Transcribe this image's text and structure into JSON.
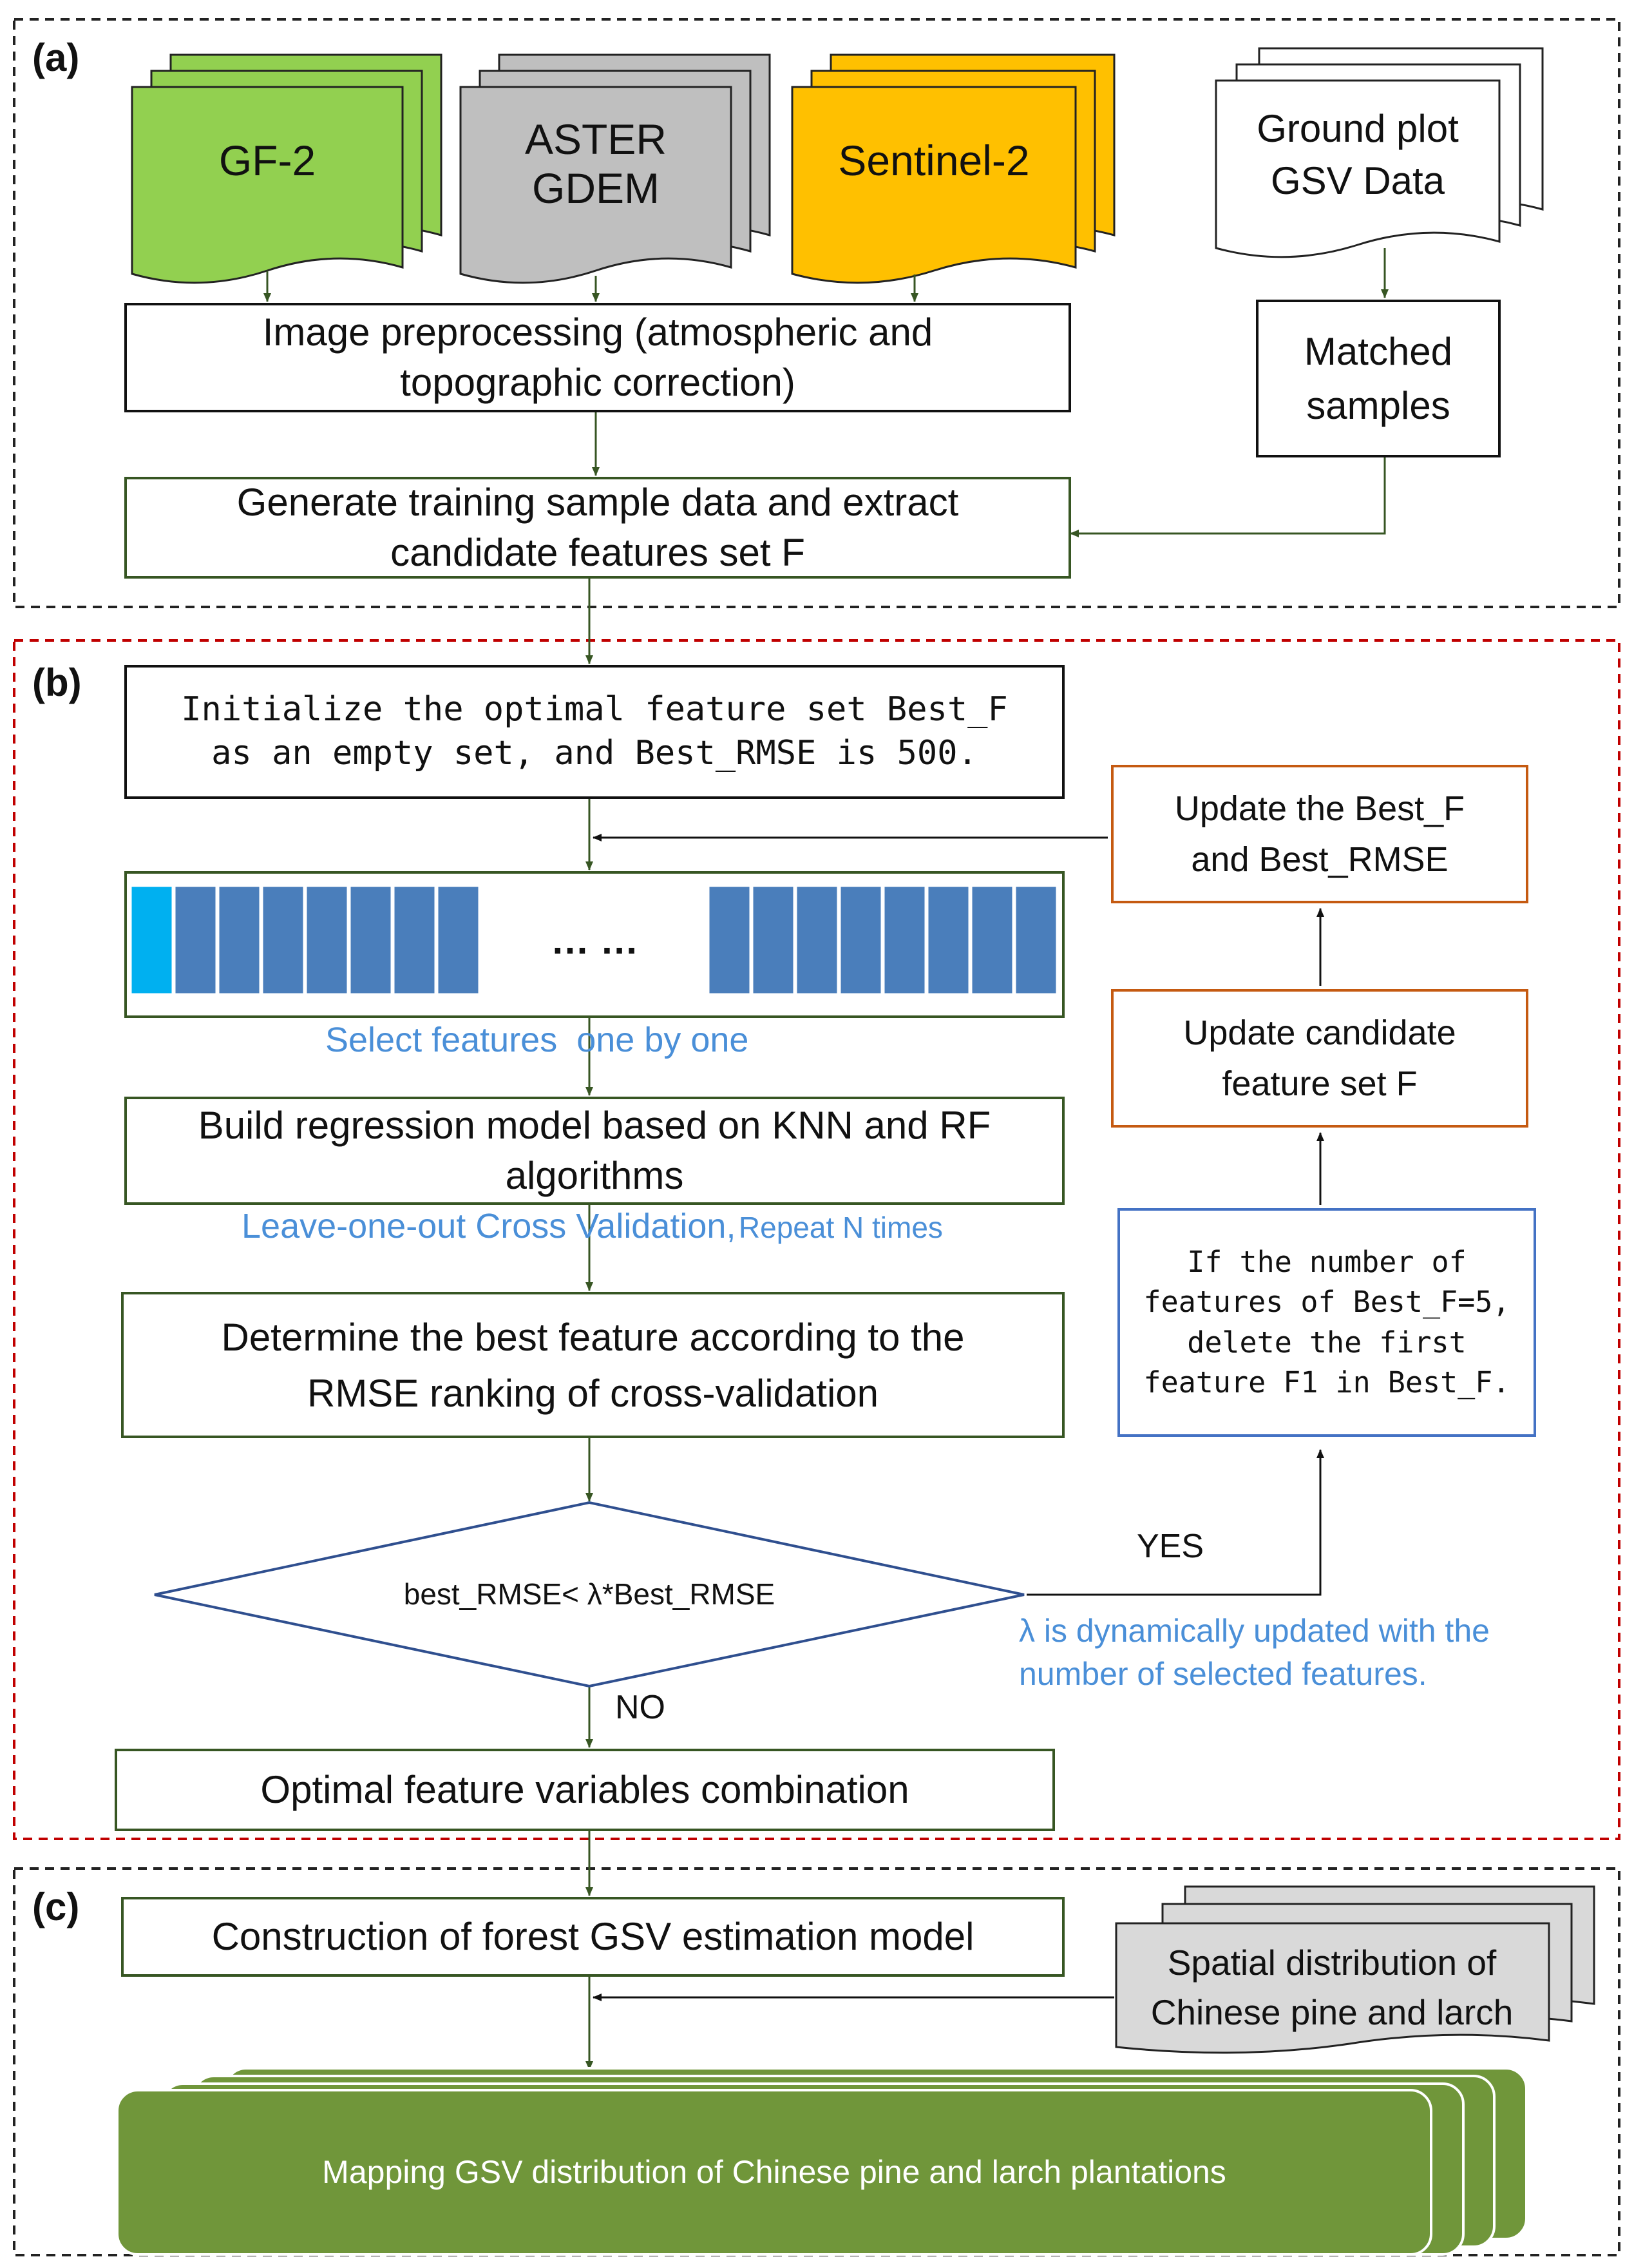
{
  "sections": {
    "a": "(a)",
    "b": "(b)",
    "c": "(c)"
  },
  "sources": {
    "gf2": "GF-2",
    "aster": "ASTER GDEM",
    "sentinel": "Sentinel-2",
    "ground": "Ground plot GSV Data"
  },
  "section_a": {
    "preprocessing": "Image preprocessing (atmospheric and topographic correction)",
    "matched": "Matched samples",
    "generate": "Generate training sample data and extract candidate features set F"
  },
  "section_b": {
    "initialize": "Initialize the optimal feature set Best_F as an empty set, and Best_RMSE is 500.",
    "ellipsis": "…   …",
    "select_label": "Select features  one by one",
    "build": "Build regression model based on KNN and RF algorithms",
    "loo_label": "Leave-one-out Cross Validation,",
    "repeat_label": "Repeat N times",
    "determine": "Determine the best feature according to the RMSE ranking of cross-validation",
    "condition": "best_RMSE< λ*Best_RMSE",
    "yes": "YES",
    "no": "NO",
    "lambda_note": "λ is dynamically updated with the number of selected features.",
    "update_best": "Update the Best_F and Best_RMSE",
    "update_candidate": "Update candidate feature set F",
    "if_number": "If the number of features of Best_F=5, delete the first feature F1 in Best_F.",
    "optimal": "Optimal feature variables combination"
  },
  "section_c": {
    "construct": "Construction of forest GSV estimation model",
    "spatial": "Spatial distribution of Chinese pine and larch",
    "mapping": "Mapping  GSV distribution of Chinese pine and larch plantations"
  },
  "colors": {
    "gf2": "#92d050",
    "aster": "#bfbfbf",
    "sentinel": "#ffc000",
    "green_border": "#375623",
    "orange_border": "#c55a11",
    "blue_border": "#4472c4",
    "cell": "#4a7ebb",
    "cell_first": "#00b0f0",
    "label_blue": "#4a8fd8",
    "red_dash": "#c00000",
    "mapping": "#70963a"
  }
}
